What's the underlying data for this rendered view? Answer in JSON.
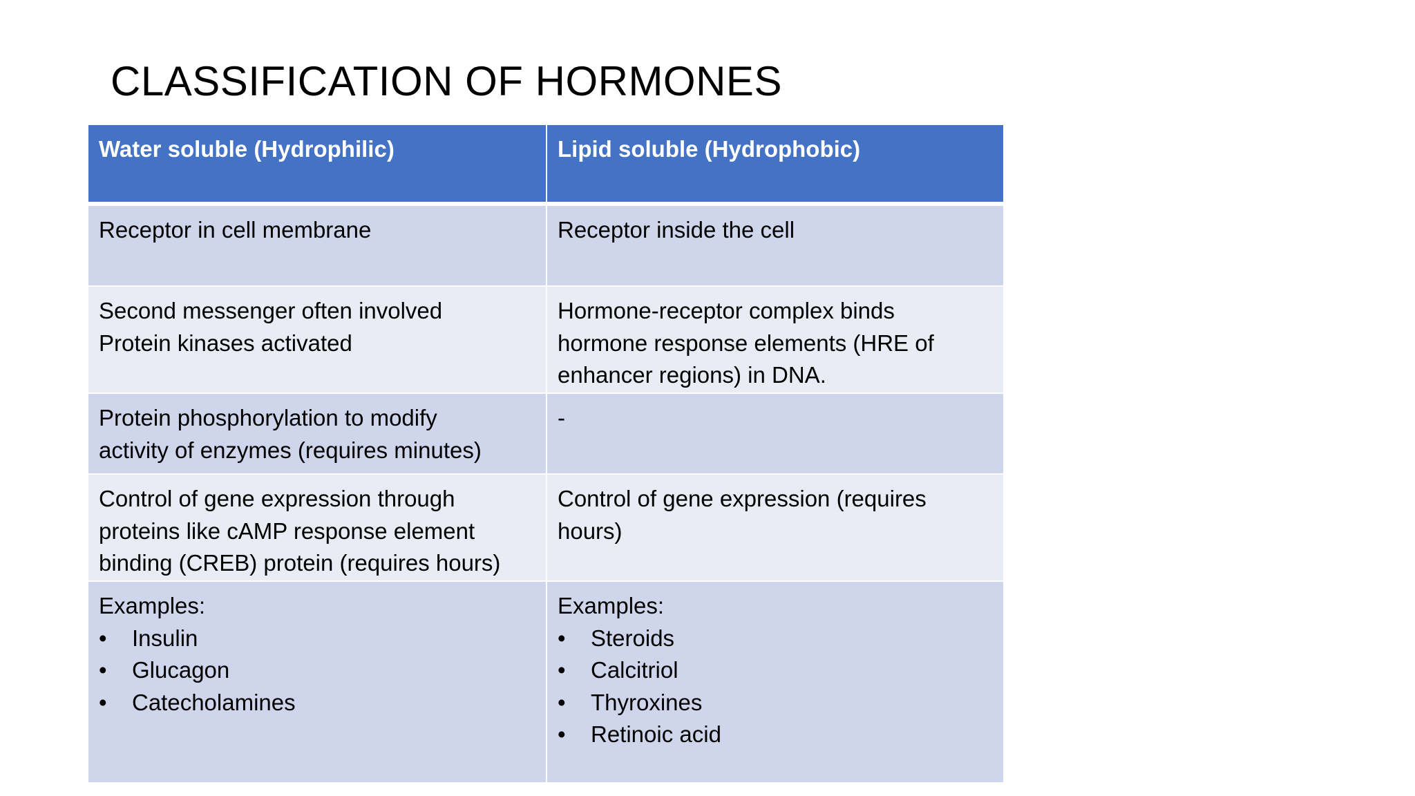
{
  "slide": {
    "title": "CLASSIFICATION OF HORMONES"
  },
  "table": {
    "headers": [
      "Water soluble (Hydrophilic)",
      "Lipid soluble (Hydrophobic)"
    ],
    "rows": [
      {
        "water": [
          "Receptor in cell membrane"
        ],
        "lipid": [
          "Receptor inside the cell"
        ]
      },
      {
        "water": [
          "Second messenger often involved",
          "Protein kinases activated"
        ],
        "lipid": [
          "Hormone-receptor complex binds",
          "hormone response elements (HRE of",
          "enhancer regions) in DNA."
        ]
      },
      {
        "water": [
          "Protein phosphorylation to modify",
          "activity of enzymes (requires minutes)"
        ],
        "lipid": [
          "-"
        ]
      },
      {
        "water": [
          "Control of gene expression through",
          "proteins like cAMP response element",
          "binding (CREB) protein (requires hours)"
        ],
        "lipid": [
          "Control of gene expression (requires",
          "hours)"
        ]
      }
    ],
    "examples": {
      "water": {
        "label": "Examples:",
        "bullet": "•",
        "items": [
          "Insulin",
          "Glucagon",
          "Catecholamines"
        ]
      },
      "lipid": {
        "label": "Examples:",
        "bullet": "•",
        "items": [
          "Steroids",
          "Calcitriol",
          "Thyroxines",
          "Retinoic acid"
        ]
      }
    }
  },
  "colors": {
    "header_bg": "#4472c4",
    "row_dark": "#cfd5ea",
    "row_light": "#e9ebf5"
  }
}
